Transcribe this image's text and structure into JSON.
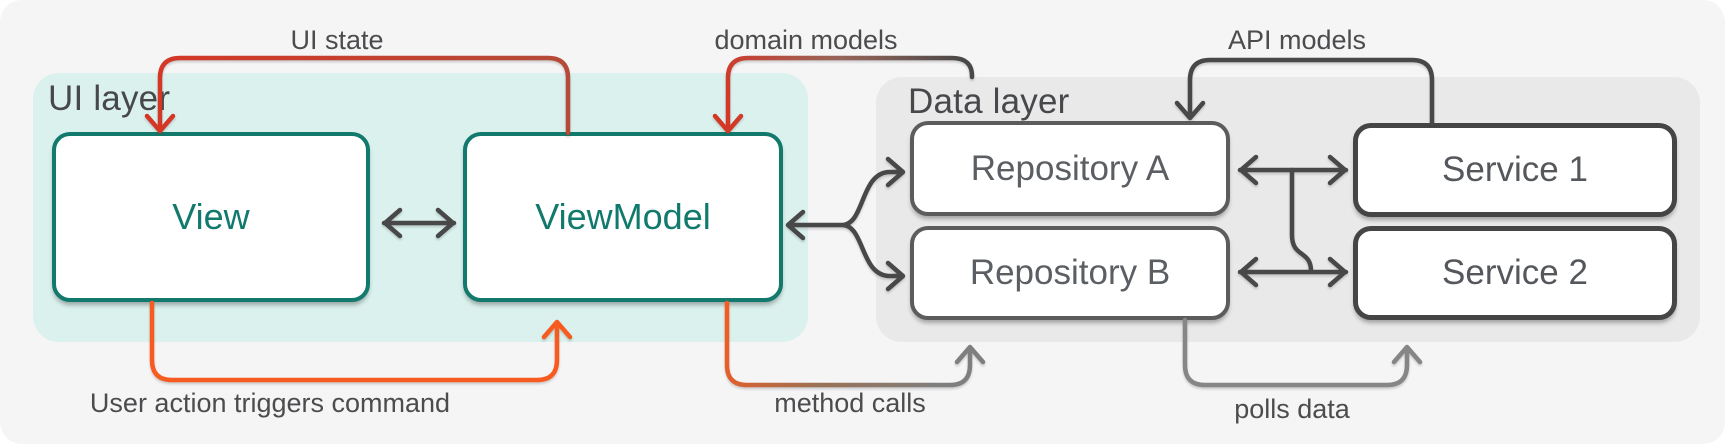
{
  "diagram": {
    "panels": {
      "ui": {
        "label": "UI layer"
      },
      "data": {
        "label": "Data layer"
      }
    },
    "boxes": {
      "view": {
        "label": "View"
      },
      "viewmodel": {
        "label": "ViewModel"
      },
      "repository_a": {
        "label": "Repository A"
      },
      "repository_b": {
        "label": "Repository B"
      },
      "service_1": {
        "label": "Service 1"
      },
      "service_2": {
        "label": "Service 2"
      }
    },
    "arrows": {
      "ui_state": {
        "label": "UI state",
        "from": "ViewModel",
        "to": "View"
      },
      "user_action": {
        "label": "User action triggers command",
        "from": "View",
        "to": "ViewModel"
      },
      "domain_models": {
        "label": "domain models",
        "from": "Data layer",
        "to": "ViewModel"
      },
      "method_calls": {
        "label": "method calls",
        "from": "ViewModel",
        "to": "Data layer"
      },
      "api_models": {
        "label": "API models",
        "from": "Service 1",
        "to": "Repository A"
      },
      "polls_data": {
        "label": "polls data",
        "from": "Repository B",
        "to": "Service 2"
      }
    },
    "colors": {
      "canvas_bg": "#f5f5f6",
      "ui_panel_bg": "#daf1ed",
      "data_panel_bg": "#e9e9ea",
      "teal": "#117a6d",
      "red": "#d43726",
      "orange": "#f75b1f",
      "dark_gray_arrow": "#484848",
      "mid_gray_arrow": "#868686",
      "caption_text": "#4c4c4e",
      "box_text_gray": "#5b5f63",
      "repo_border": "#5c5c5c",
      "service_border": "#454545"
    }
  }
}
